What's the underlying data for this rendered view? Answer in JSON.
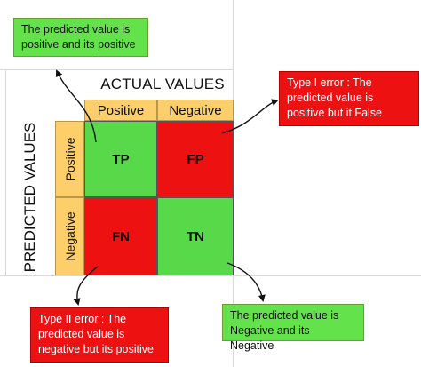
{
  "colors": {
    "green": "#58d94a",
    "red": "#ee1111",
    "header": "#fccf6b"
  },
  "matrix": {
    "actual_title": "ACTUAL VALUES",
    "predicted_title": "PREDICTED VALUES",
    "col_headers": [
      "Positive",
      "Negative"
    ],
    "row_headers": [
      "Positive",
      "Negative"
    ],
    "cells": {
      "tp": "TP",
      "fp": "FP",
      "fn": "FN",
      "tn": "TN"
    }
  },
  "notes": {
    "tp": "The predicted value is positive and its positive",
    "fp": "Type I error : The predicted value is positive but it False",
    "fn": "Type II error : The predicted value is negative but its positive",
    "tn": "The predicted value is Negative and its Negative"
  }
}
